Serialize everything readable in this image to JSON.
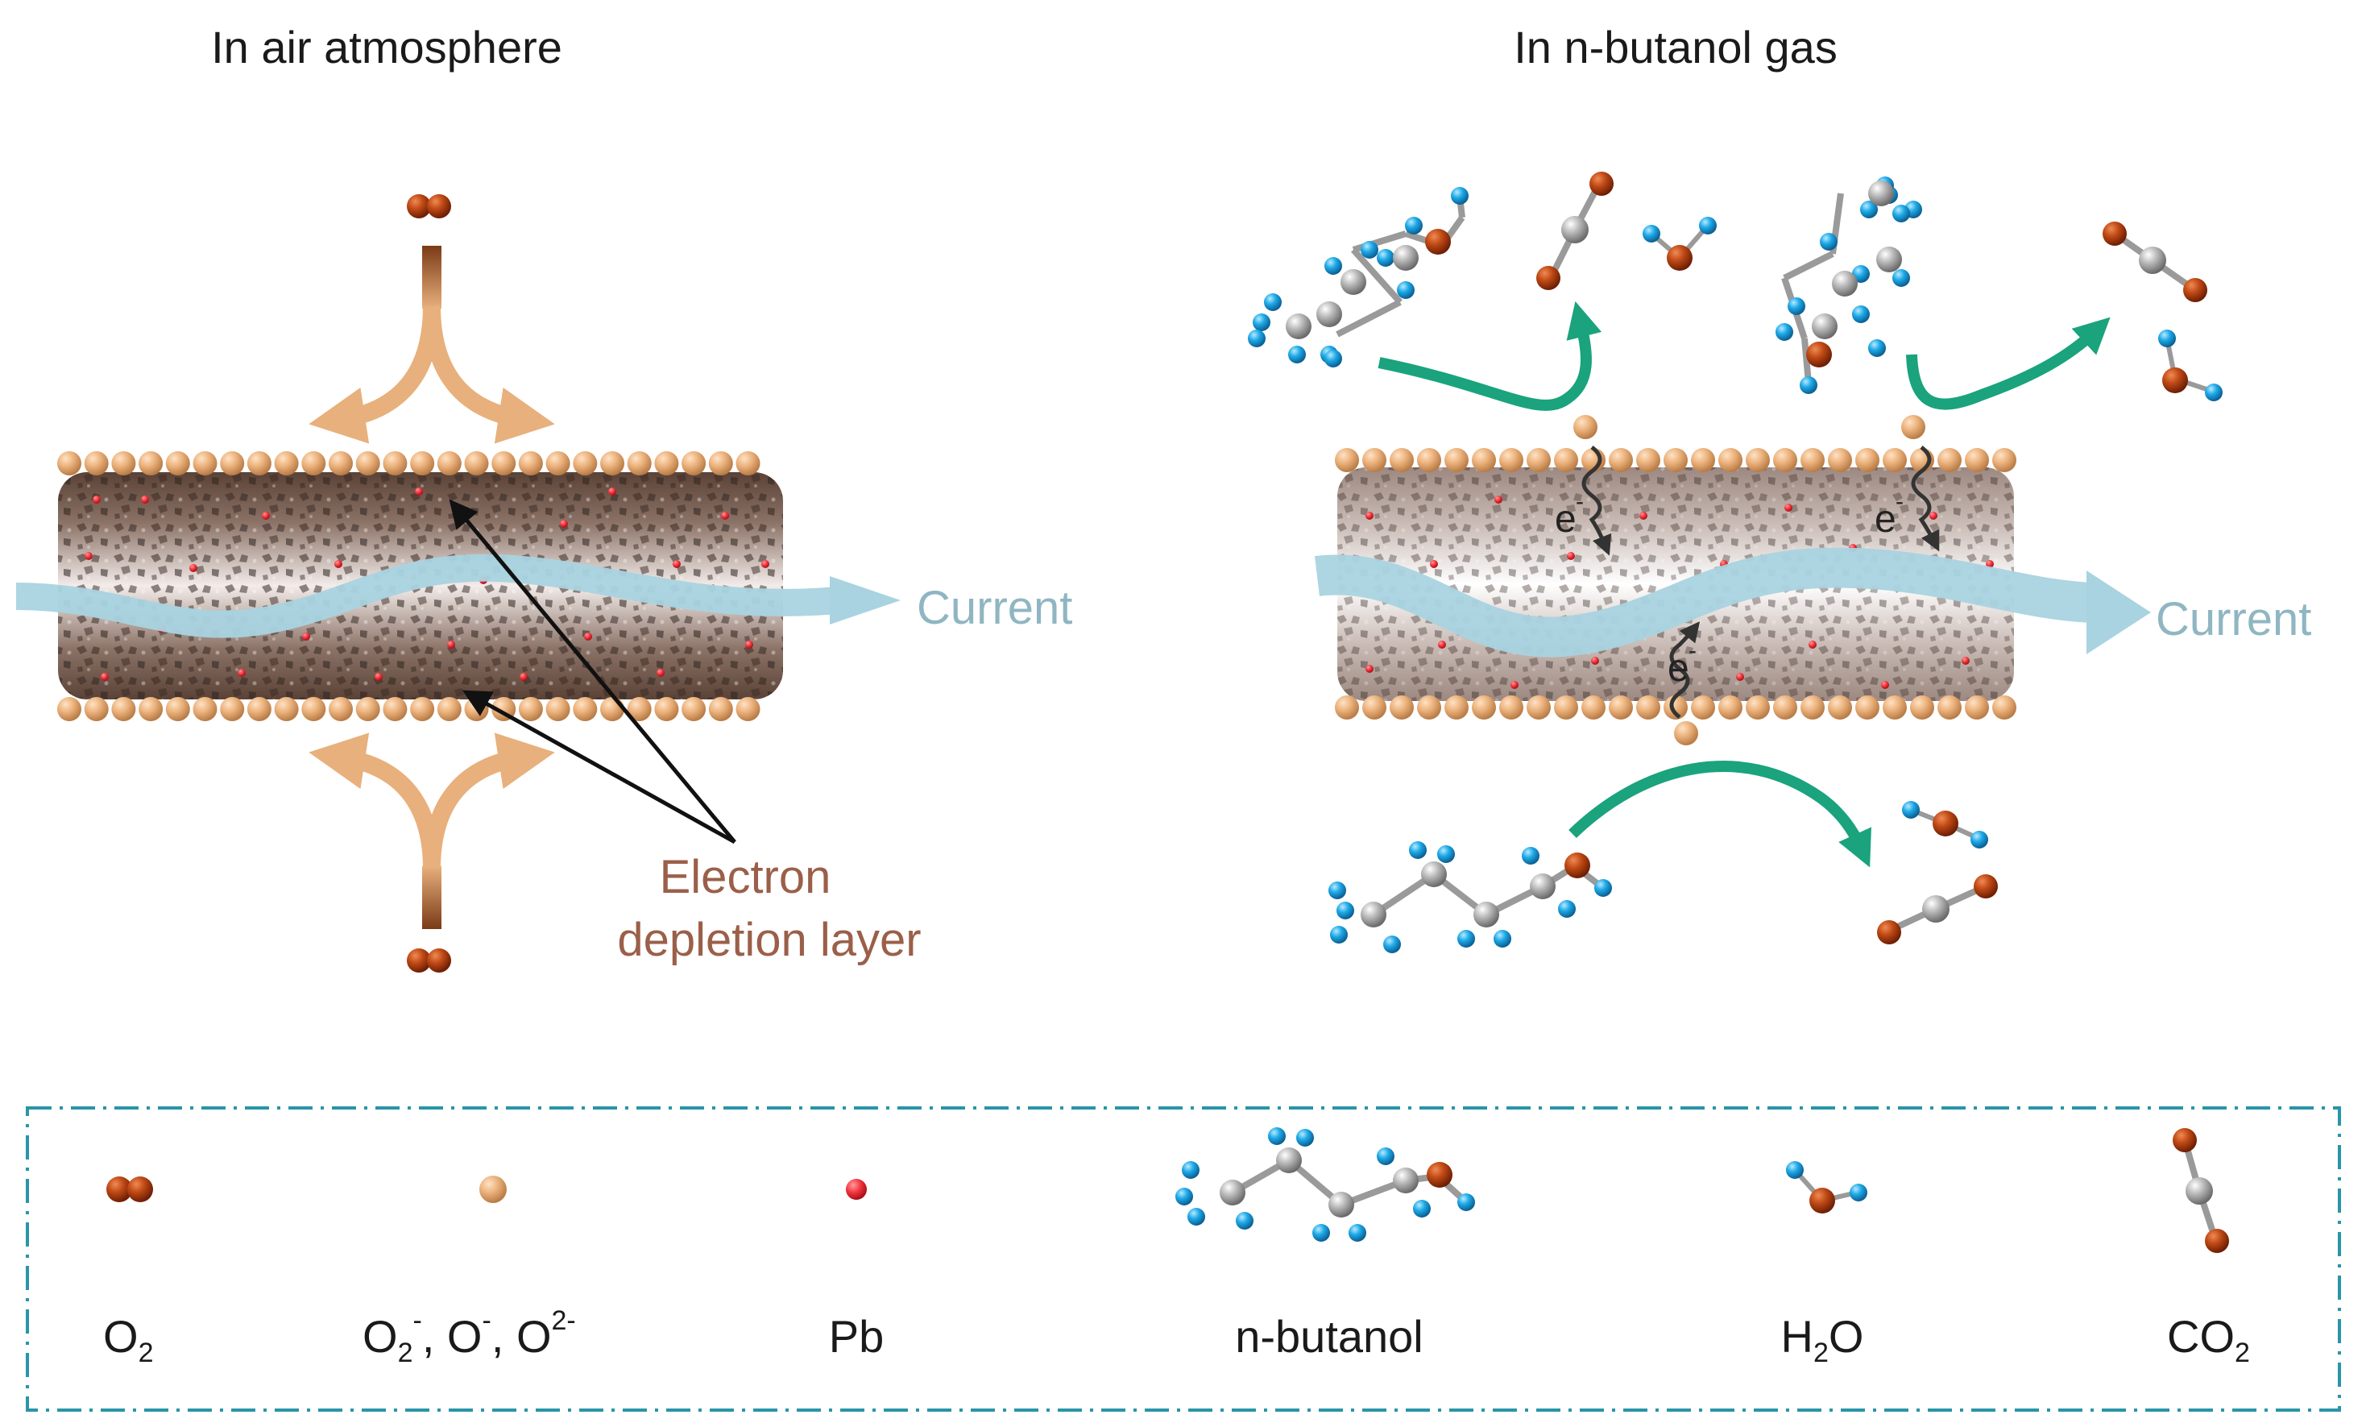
{
  "panels": {
    "left_title": "In air atmosphere",
    "right_title": "In n-butanol gas"
  },
  "labels": {
    "current_left": "Current",
    "current_right": "Current",
    "depletion_line1": "Electron",
    "depletion_line2": "depletion layer",
    "electron_symbol": "e",
    "electron_charge": "-"
  },
  "legend": {
    "items": [
      {
        "base": "O",
        "sub": "2",
        "sup": ""
      },
      {
        "text": "O",
        "sub1": "2",
        "sup1": "-",
        "sep1": ", O",
        "sup2": "-",
        "sep2": ", O",
        "sup3": "2-"
      },
      {
        "text": "Pb"
      },
      {
        "text": "n-butanol"
      },
      {
        "pre": "H",
        "sub": "2",
        "post": "O"
      },
      {
        "pre": "CO",
        "sub": "2"
      }
    ]
  },
  "colors": {
    "oxygen": "#b5400f",
    "ion": "#e8b07c",
    "pb": "#f0303a",
    "carbon": "#a8a8a8",
    "hydrogen": "#1aa3e0",
    "current": "#a9d3e0",
    "green_arrow": "#1aa37d",
    "orange_arrow": "#e8b07c",
    "depletion_text": "#9b5f49",
    "legend_border": "#2a95a8"
  }
}
